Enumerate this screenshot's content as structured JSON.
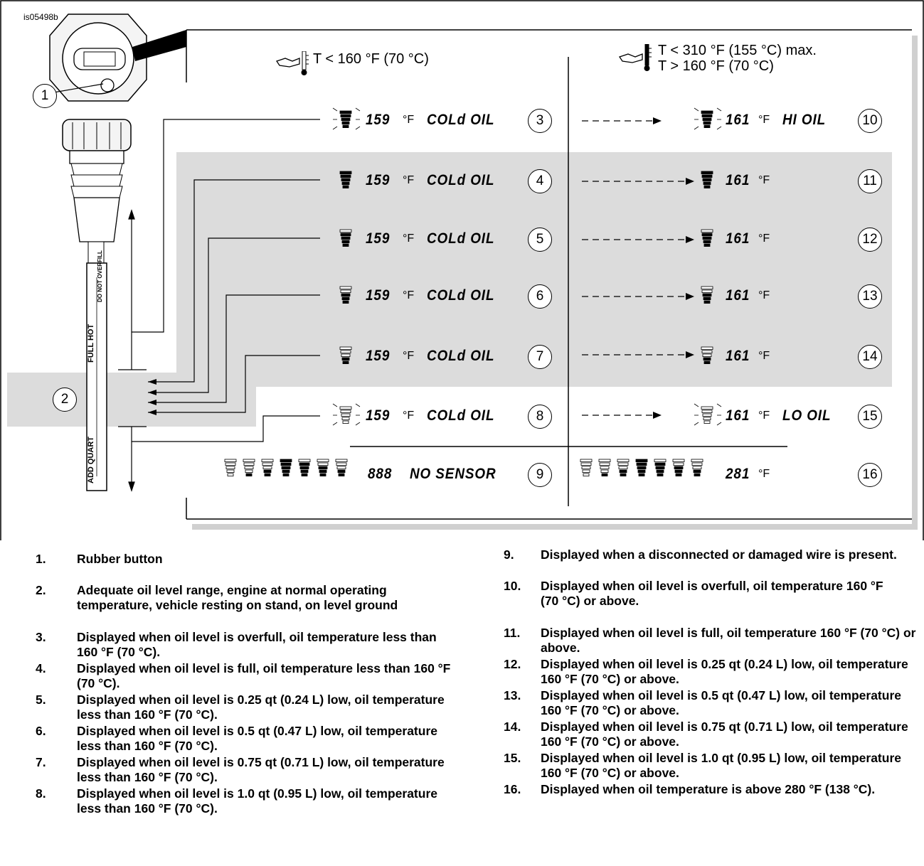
{
  "figure_id": "is05498b",
  "headers": {
    "left": "T < 160 °F (70 °C)",
    "right_line1": "T < 310 °F (155 °C) max.",
    "right_line2": "T > 160 °F (70 °C)"
  },
  "dipstick_labels": {
    "do_not_overfill": "DO NOT OVERFILL",
    "full_hot": "FULL HOT",
    "add_quart": "ADD QUART"
  },
  "callouts": [
    "1",
    "2",
    "3",
    "4",
    "5",
    "6",
    "7",
    "8",
    "9",
    "10",
    "11",
    "12",
    "13",
    "14",
    "15",
    "16"
  ],
  "displays": {
    "cold_temp": "159",
    "cold_msg": "COLd OIL",
    "hot_temp": "161",
    "hi_msg": "HI OIL",
    "lo_msg": "LO OIL",
    "sensor_temp": "888",
    "sensor_msg": "NO SENSOR",
    "high_temp": "281",
    "unit": "°F"
  },
  "legend": [
    {
      "num": "1.",
      "text": "Rubber button"
    },
    {
      "num": "2.",
      "text": "Adequate oil level range, engine at normal operating temperature, vehicle resting on stand, on level ground"
    },
    {
      "num": "3.",
      "text": "Displayed when oil level is overfull, oil temperature less than 160 °F (70 °C)."
    },
    {
      "num": "4.",
      "text": "Displayed when oil level is full, oil temperature less than 160 °F (70 °C)."
    },
    {
      "num": "5.",
      "text": "Displayed when oil level is 0.25 qt (0.24 L) low, oil temperature less than 160 °F (70 °C)."
    },
    {
      "num": "6.",
      "text": "Displayed when oil level is 0.5 qt (0.47 L) low, oil temperature less than 160 °F (70 °C)."
    },
    {
      "num": "7.",
      "text": "Displayed when oil level is 0.75 qt (0.71 L) low, oil temperature less than 160 °F (70 °C)."
    },
    {
      "num": "8.",
      "text": "Displayed when oil level is 1.0 qt (0.95 L) low, oil temperature less than 160 °F (70 °C)."
    },
    {
      "num": "9.",
      "text": "Displayed when a disconnected or damaged wire is present."
    },
    {
      "num": "10.",
      "text": "Displayed when oil level is overfull, oil temperature 160 °F (70 °C) or above."
    },
    {
      "num": "11.",
      "text": "Displayed when oil level is full, oil temperature 160 °F (70 °C) or above."
    },
    {
      "num": "12.",
      "text": "Displayed when oil level is 0.25 qt (0.24 L) low, oil temperature 160 °F (70 °C) or above."
    },
    {
      "num": "13.",
      "text": "Displayed when oil level is 0.5 qt (0.47 L) low, oil temperature 160 °F (70 °C) or above."
    },
    {
      "num": "14.",
      "text": "Displayed when oil level is 0.75 qt (0.71 L) low, oil temperature 160 °F (70 °C) or above."
    },
    {
      "num": "15.",
      "text": "Displayed when oil level is 1.0 qt (0.95 L) low, oil temperature 160 °F (70 °C) or above."
    },
    {
      "num": "16.",
      "text": "Displayed when oil temperature is above 280 °F (138 °C)."
    }
  ],
  "colors": {
    "panel_shade": "#dcdcdc",
    "ink": "#000000",
    "background": "#ffffff"
  }
}
